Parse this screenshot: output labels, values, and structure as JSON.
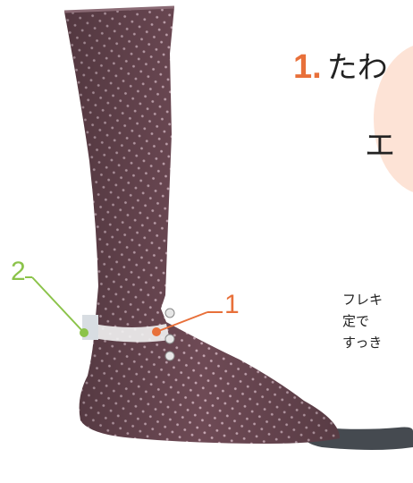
{
  "colors": {
    "accent_orange": "#e8703a",
    "accent_green": "#8bc34a",
    "peach_highlight": "#fde3d6",
    "orthosis_body": "#6e4a55",
    "text": "#222222"
  },
  "heading": {
    "number": "1.",
    "line1": "たわ",
    "line2": "エ"
  },
  "body_lines": [
    "フレキ",
    "定で",
    "すっき"
  ],
  "callouts": [
    {
      "label": "1",
      "color": "#e8703a"
    },
    {
      "label": "2",
      "color": "#8bc34a"
    }
  ],
  "image": {
    "subject": "ankle-foot-orthosis"
  }
}
